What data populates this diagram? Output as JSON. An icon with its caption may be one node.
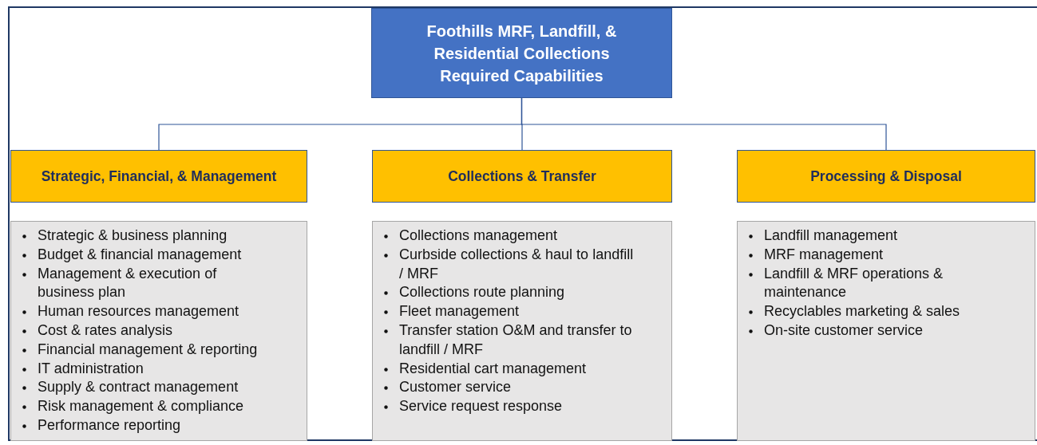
{
  "diagram": {
    "nodes": [
      {
        "text": [
          "Foothills MRF, Landfill, & Residential Collections Required Capabilities"
        ]
      },
      {
        "text": [
          "Strategic, Financial, & Management"
        ]
      },
      {
        "text": [
          "Collections & Transfer"
        ]
      },
      {
        "text": [
          "Processing & Disposal"
        ]
      },
      {
        "text": [
          "Strategic & business planning",
          "Budget & financial management",
          "Management & execution of business plan",
          "Human resources management",
          "Cost & rates analysis",
          "Financial management & reporting",
          "IT administration",
          "Supply & contract management",
          "Risk management & compliance",
          "Performance reporting"
        ]
      },
      {
        "text": [
          "Collections management",
          "Curbside collections & haul to landfill / MRF",
          "Collections route planning",
          "Fleet management",
          "Transfer station O&M and transfer to landfill / MRF",
          "Residential cart management",
          "Customer service",
          "Service request response"
        ]
      },
      {
        "text": [
          "Landfill management",
          "MRF management",
          "Landfill & MRF operations & maintenance",
          "Recyclables marketing & sales",
          "On-site customer service"
        ]
      }
    ],
    "edges": [
      {
        "from": 0,
        "to": 1,
        "arrow": "none"
      },
      {
        "from": 0,
        "to": 2,
        "arrow": "none"
      },
      {
        "from": 0,
        "to": 3,
        "arrow": "none"
      }
    ]
  }
}
